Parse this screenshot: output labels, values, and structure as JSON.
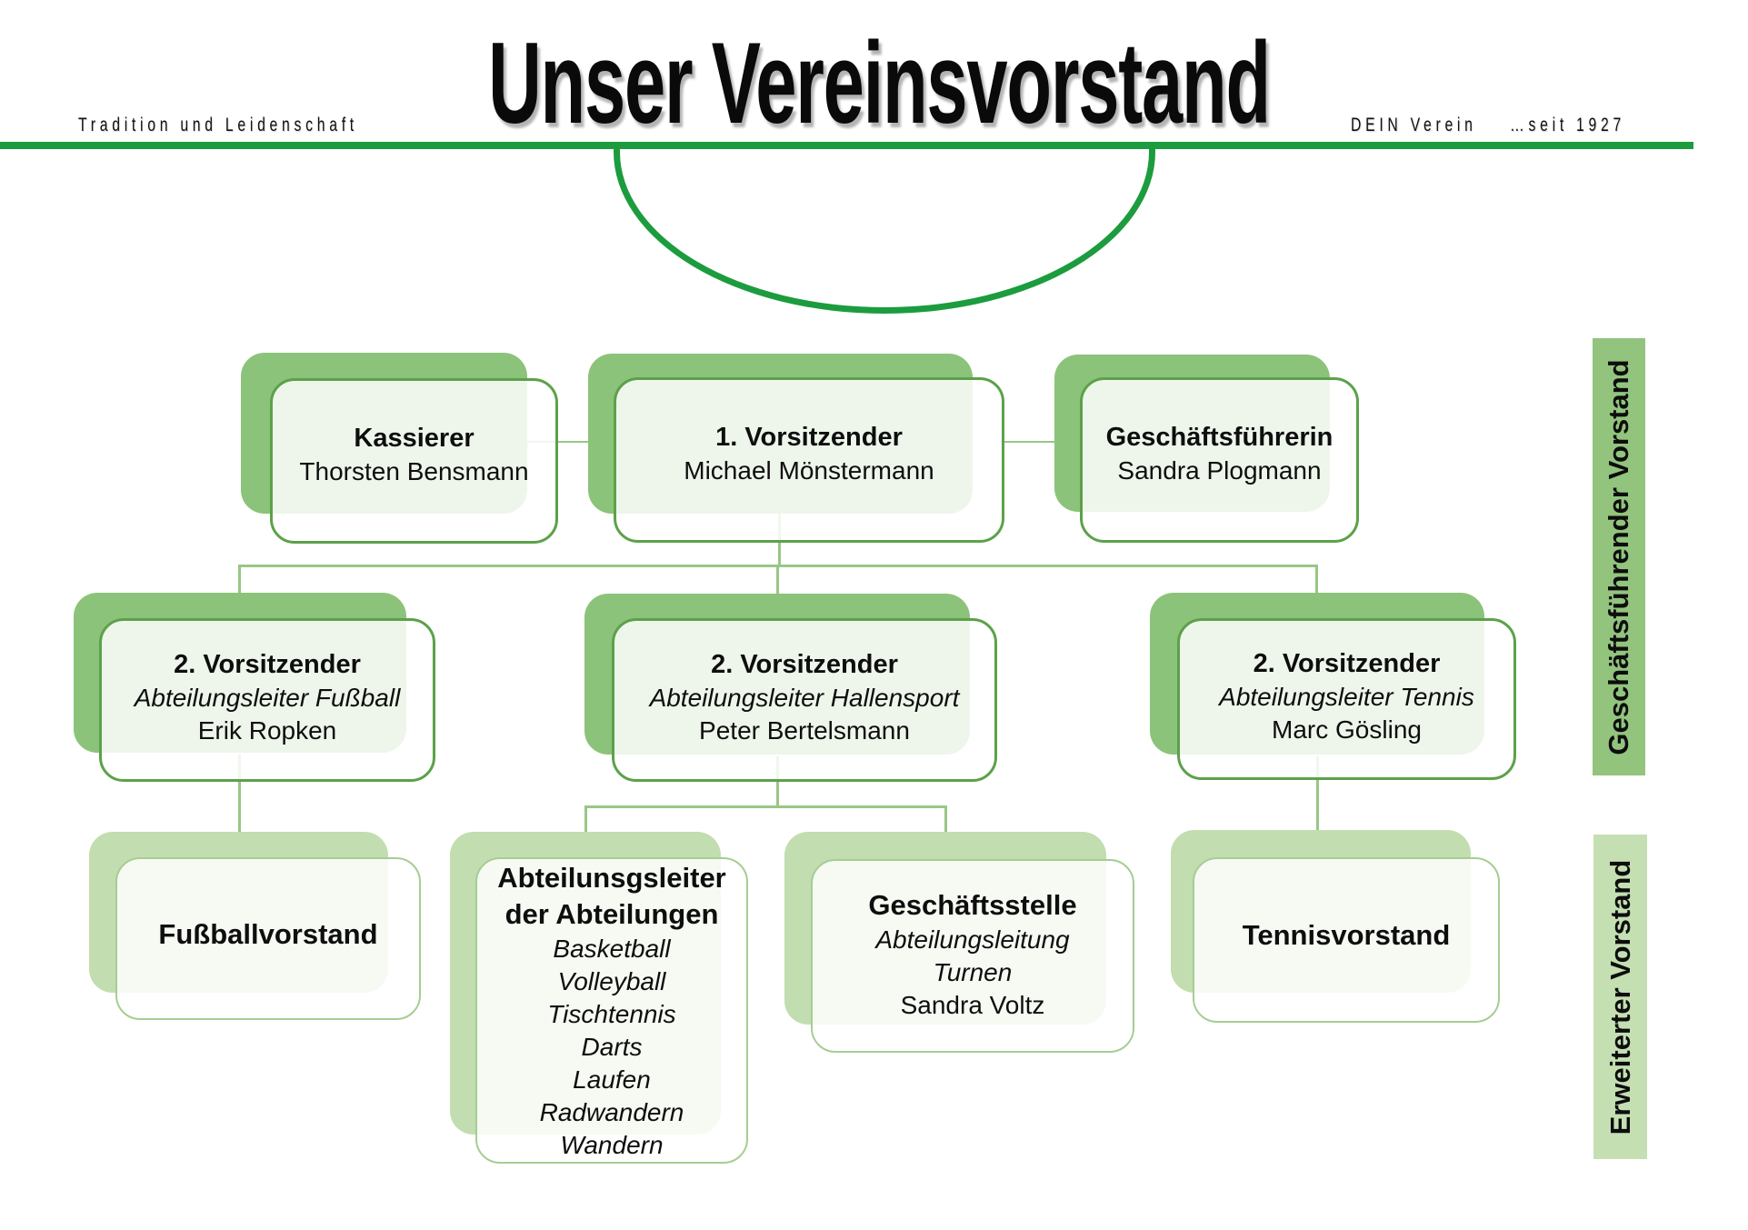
{
  "header": {
    "tagline_left": "Tradition und Leidenschaft",
    "title": "Unser Vereinsvorstand",
    "tagline_right": "DEIN Verein    …seit 1927"
  },
  "side_labels": [
    {
      "label": "Geschäftsführender Vorstand"
    },
    {
      "label": "Erweiterter Vorstand"
    }
  ],
  "org": {
    "nodes": [
      {
        "title": "Kassierer",
        "name": "Thorsten Bensmann"
      },
      {
        "title": "1. Vorsitzender",
        "name": "Michael Mönstermann"
      },
      {
        "title": "Geschäftsführerin",
        "name": "Sandra Plogmann"
      },
      {
        "title": "2. Vorsitzender",
        "subtitle": "Abteilungsleiter Fußball",
        "name": "Erik Ropken"
      },
      {
        "title": "2. Vorsitzender",
        "subtitle": "Abteilungsleiter Hallensport",
        "name": "Peter Bertelsmann"
      },
      {
        "title": "2. Vorsitzender",
        "subtitle": "Abteilungsleiter Tennis",
        "name": "Marc Gösling"
      },
      {
        "title": "Fußballvorstand"
      },
      {
        "title_line1": "Abteilunsgsleiter",
        "title_line2": "der Abteilungen",
        "items": [
          "Basketball",
          "Volleyball",
          "Tischtennis",
          "Darts",
          "Laufen",
          "Radwandern",
          "Wandern"
        ]
      },
      {
        "title": "Geschäftsstelle",
        "subtitle_line1": "Abteilungsleitung",
        "subtitle_line2": "Turnen",
        "name": "Sandra Voltz"
      },
      {
        "title": "Tennisvorstand"
      }
    ]
  },
  "colors": {
    "accent_green": "#1c9c3e",
    "box_back_green": "#8cc37a",
    "box_back_pastel": "#c2ddb0",
    "box_border_green": "#5ca14a",
    "box_border_pastel": "#a6cd93",
    "connector_green": "#97c785",
    "side_label_green": "#92c47d",
    "side_label_pastel": "#c4dfb2"
  }
}
